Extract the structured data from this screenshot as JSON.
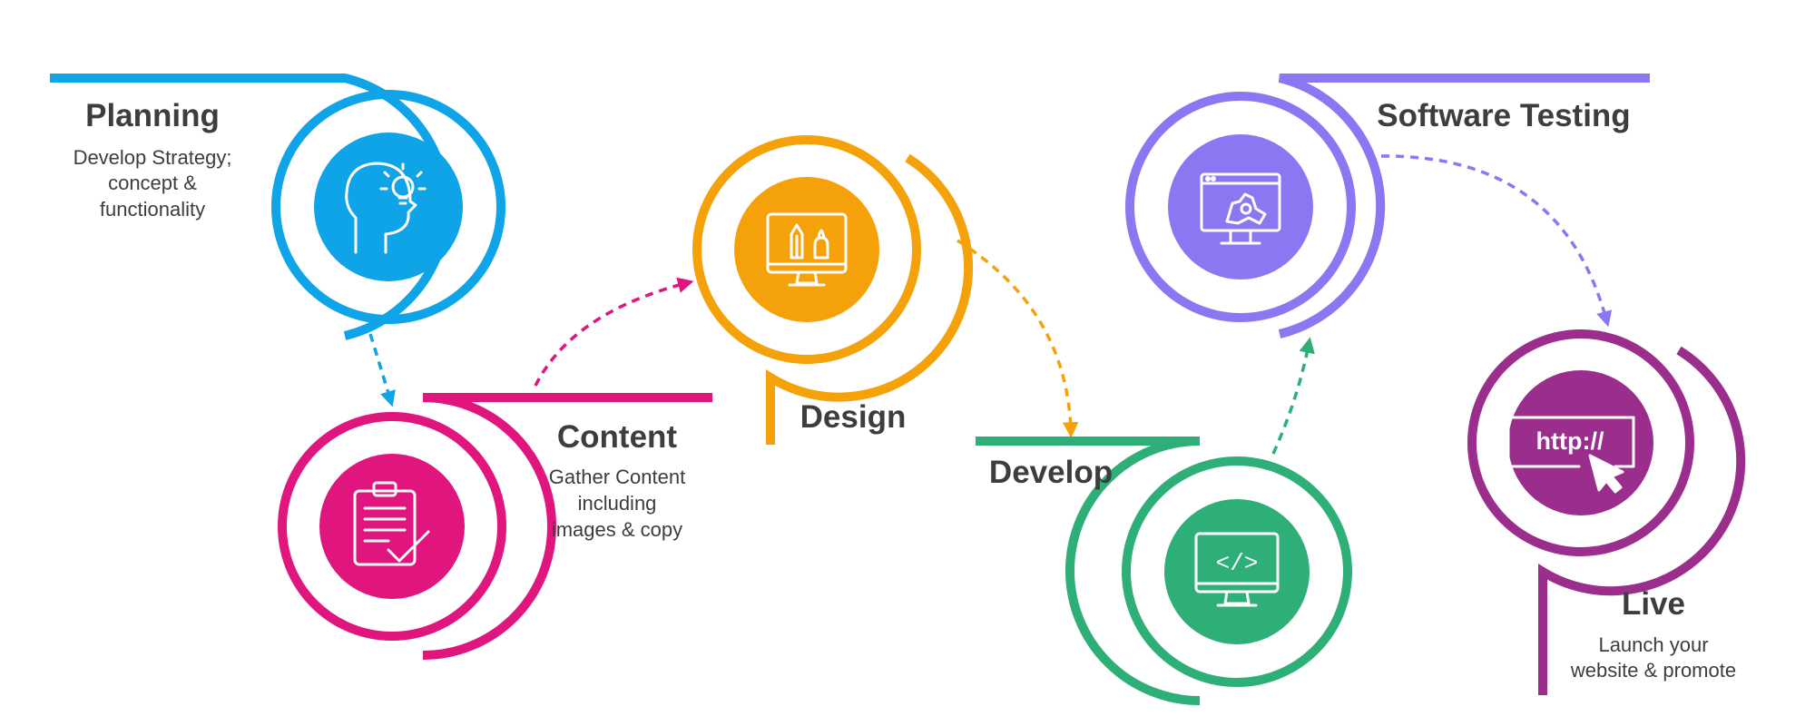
{
  "colors": {
    "planning": "#0fa3e8",
    "content": "#e0157d",
    "design": "#f5a20a",
    "develop": "#2faf78",
    "testing": "#8a78f3",
    "live": "#9b2d8c",
    "text": "#3d3d3d"
  },
  "steps": [
    {
      "key": "planning",
      "title": "Planning",
      "description": [
        "Develop Strategy;",
        "concept &",
        "functionality"
      ],
      "icon": "head-lightbulb-icon"
    },
    {
      "key": "content",
      "title": "Content",
      "description": [
        "Gather Content",
        "including",
        "images & copy"
      ],
      "icon": "clipboard-check-icon"
    },
    {
      "key": "design",
      "title": "Design",
      "description": [],
      "icon": "monitor-pencil-brush-icon"
    },
    {
      "key": "develop",
      "title": "Develop",
      "description": [],
      "icon": "monitor-code-icon"
    },
    {
      "key": "testing",
      "title": "Software Testing",
      "description": [],
      "icon": "browser-bug-icon"
    },
    {
      "key": "live",
      "title": "Live",
      "description": [
        "Launch your",
        "website & promote"
      ],
      "icon": "http-cursor-icon"
    }
  ],
  "icon_text": {
    "http": "http://",
    "code": "</>"
  }
}
